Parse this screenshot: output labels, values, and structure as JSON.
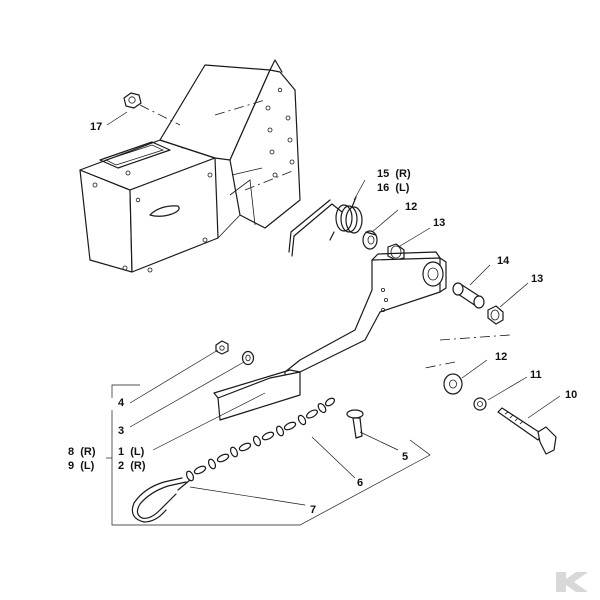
{
  "labels": {
    "p17": "17",
    "p15": "15  (R)",
    "p16": "16  (L)",
    "p12a": "12",
    "p13a": "13",
    "p14": "14",
    "p13b": "13",
    "p12b": "12",
    "p11": "11",
    "p10": "10",
    "p4": "4",
    "p3": "3",
    "p8": "8  (R)",
    "p9": "9  (L)",
    "p1": "1  (L)",
    "p2": "2  (R)",
    "p5": "5",
    "p6": "6",
    "p7": "7"
  },
  "colors": {
    "ink": "#1a1a1a",
    "background": "#ffffff"
  },
  "logo": {
    "icon": "k-brand-logo-icon"
  }
}
